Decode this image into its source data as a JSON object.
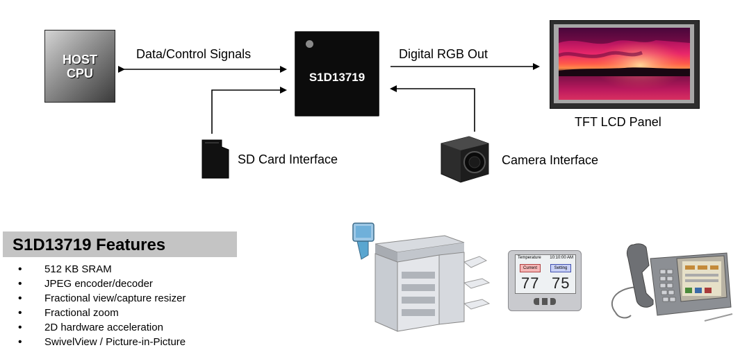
{
  "diagram": {
    "host_cpu": {
      "line1": "HOST",
      "line2": "CPU"
    },
    "chip": {
      "label": "S1D13719"
    },
    "edges": {
      "data_control": "Data/Control Signals",
      "digital_rgb": "Digital RGB Out"
    },
    "lcd": {
      "caption": "TFT LCD Panel"
    },
    "sd_card": {
      "caption": "SD Card Interface"
    },
    "camera": {
      "caption": "Camera Interface"
    }
  },
  "features": {
    "title": "S1D13719 Features",
    "items": [
      "512 KB SRAM",
      "JPEG encoder/decoder",
      "Fractional view/capture resizer",
      "Fractional zoom",
      "2D hardware acceleration",
      "SwivelView / Picture-in-Picture"
    ]
  },
  "thermostat": {
    "header_left": "Temperature",
    "header_right": "10:10:00 AM",
    "button_left": "Current",
    "button_right": "Setting",
    "value_left": "77",
    "value_right": "75"
  },
  "colors": {
    "arrow": "#000000",
    "features_header_bg": "#c4c4c4",
    "chip_bg": "#0c0c0c"
  }
}
